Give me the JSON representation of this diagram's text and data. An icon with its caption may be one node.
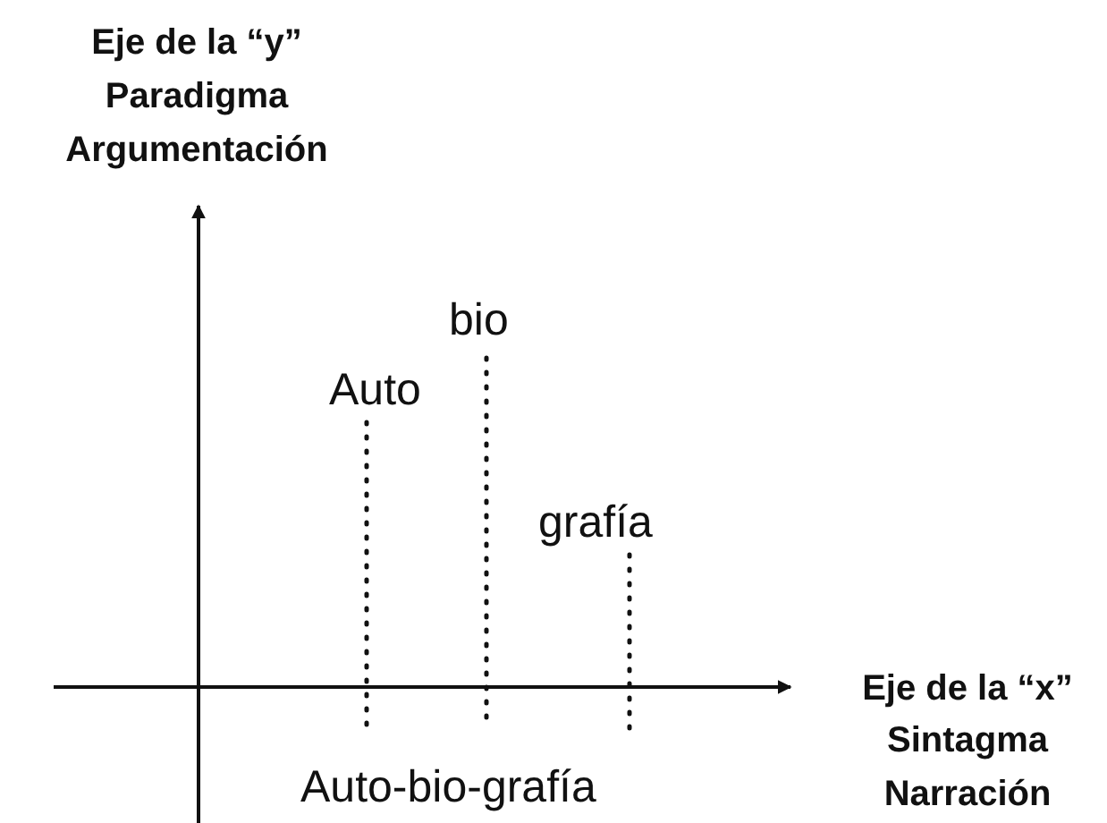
{
  "diagram": {
    "labels": [
      "Eje de la “y”",
      "Paradigma",
      "Argumentación",
      "bio",
      "Auto",
      "grafía",
      "Eje de la “x”",
      "Sintagma",
      "Auto-bio-grafía",
      "Narración"
    ]
  }
}
